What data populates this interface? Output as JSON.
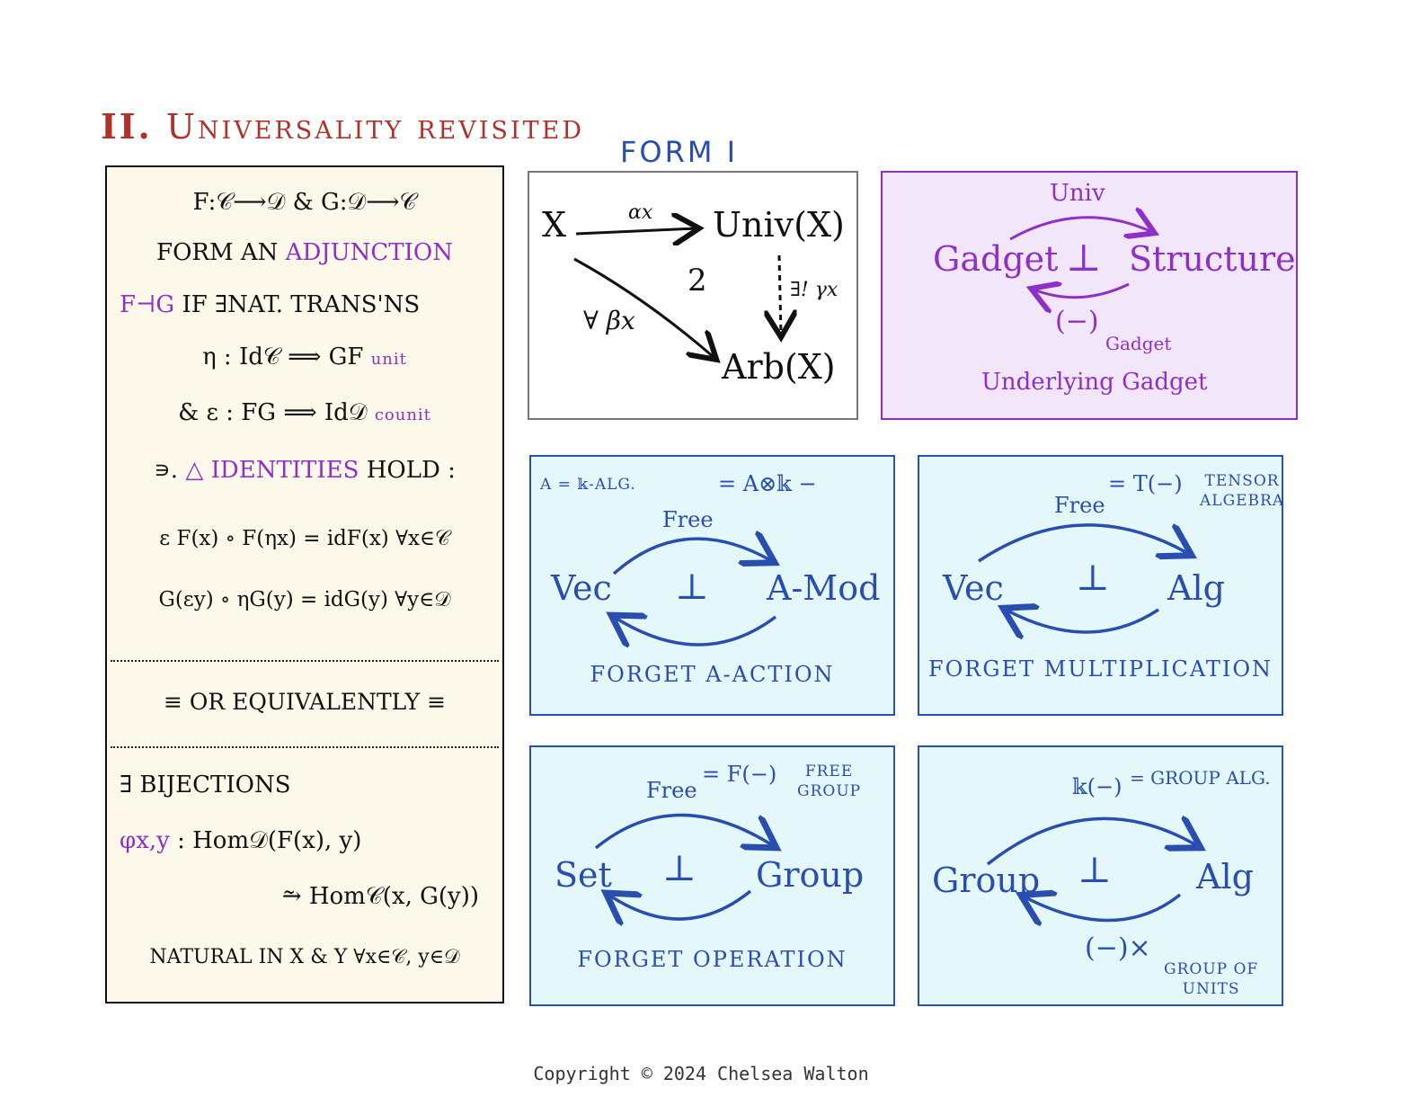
{
  "title": {
    "roman": "II.",
    "text": "Universality revisited"
  },
  "form_label": "FORM I",
  "definition": {
    "line1": "F:𝒞⟶𝒟 & G:𝒟⟶𝒞",
    "line2_pre": "FORM AN",
    "line2_em": "ADJUNCTION",
    "line3_em": "F⊣G",
    "line3_post": "IF ∃NAT. TRANS'NS",
    "line4_pre": "η : Id𝒞 ⟹ GF",
    "line4_tag": "unit",
    "line5_pre": "& ε : FG ⟹ Id𝒟",
    "line5_tag": "counit",
    "line6_pre": "∍.",
    "line6_em": "△ IDENTITIES",
    "line6_post": "HOLD :",
    "eq1": "ε F(x) ∘ F(ηx) = idF(x)   ∀x∈𝒞",
    "eq2": "G(εy) ∘ ηG(y) = idG(y)   ∀y∈𝒟",
    "equiv": "≡ OR EQUIVALENTLY ≡",
    "bij": "∃ BIJECTIONS",
    "phi_sym": "φx,y",
    "phi_rest": ": Hom𝒟(F(x), y)",
    "phi2": "⥲ Hom𝒞(x, G(y))",
    "natural": "NATURAL IN X & Y   ∀x∈𝒞, y∈𝒟"
  },
  "form_one": {
    "x": "X",
    "univ": "Univ(X)",
    "arb": "Arb(X)",
    "alpha": "αx",
    "beta": "∀ βx",
    "gamma": "∃! γx",
    "circ": "2"
  },
  "gadget": {
    "left": "Gadget",
    "right": "Structure",
    "top": "Univ",
    "bottom": "(−)",
    "bottom_sub": "Gadget",
    "caption": "Underlying Gadget",
    "perp": "⊥"
  },
  "examples": [
    {
      "corner": "A = 𝕜-ALG.",
      "left": "Vec",
      "right": "A-Mod",
      "top": "Free",
      "top_eq": "= A⊗𝕜 −",
      "note": "",
      "caption": "FORGET A-ACTION"
    },
    {
      "left": "Vec",
      "right": "Alg",
      "top": "Free",
      "top_eq": "= T(−)",
      "note_l1": "TENSOR",
      "note_l2": "ALGEBRA",
      "caption": "FORGET MULTIPLICATION"
    },
    {
      "left": "Set",
      "right": "Group",
      "top": "Free",
      "top_eq": "= F(−)",
      "note_l1": "FREE",
      "note_l2": "GROUP",
      "caption": "FORGET OPERATION"
    },
    {
      "left": "Group",
      "right": "Alg",
      "top": "𝕜(−)",
      "top_eq": "= GROUP ALG.",
      "bottom": "(−)×",
      "note_l1": "GROUP OF",
      "note_l2": "UNITS",
      "caption": ""
    }
  ],
  "perp": "⊥",
  "copyright": "Copyright © 2024 Chelsea Walton"
}
